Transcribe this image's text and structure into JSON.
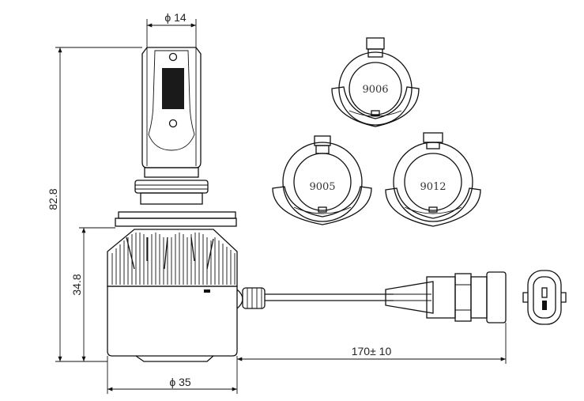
{
  "dimensions": {
    "tube_diameter": "ϕ 14",
    "body_diameter": "ϕ 35",
    "total_length": "82.8",
    "heatsink_length": "34.8",
    "cable_length": "170± 10"
  },
  "base_types": [
    {
      "label": "9006"
    },
    {
      "label": "9005"
    },
    {
      "label": "9012"
    }
  ]
}
